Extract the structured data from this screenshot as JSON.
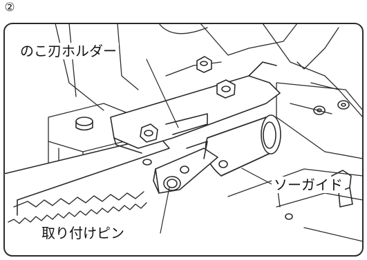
{
  "step_number": "②",
  "labels": {
    "blade_holder": "のこ刃ホルダー",
    "saw_guide": "ソーガイド",
    "mounting_pin": "取り付けピン"
  },
  "colors": {
    "line": "#2a2a2a",
    "background": "#ffffff",
    "blade_fill": "#c9c9c9"
  }
}
